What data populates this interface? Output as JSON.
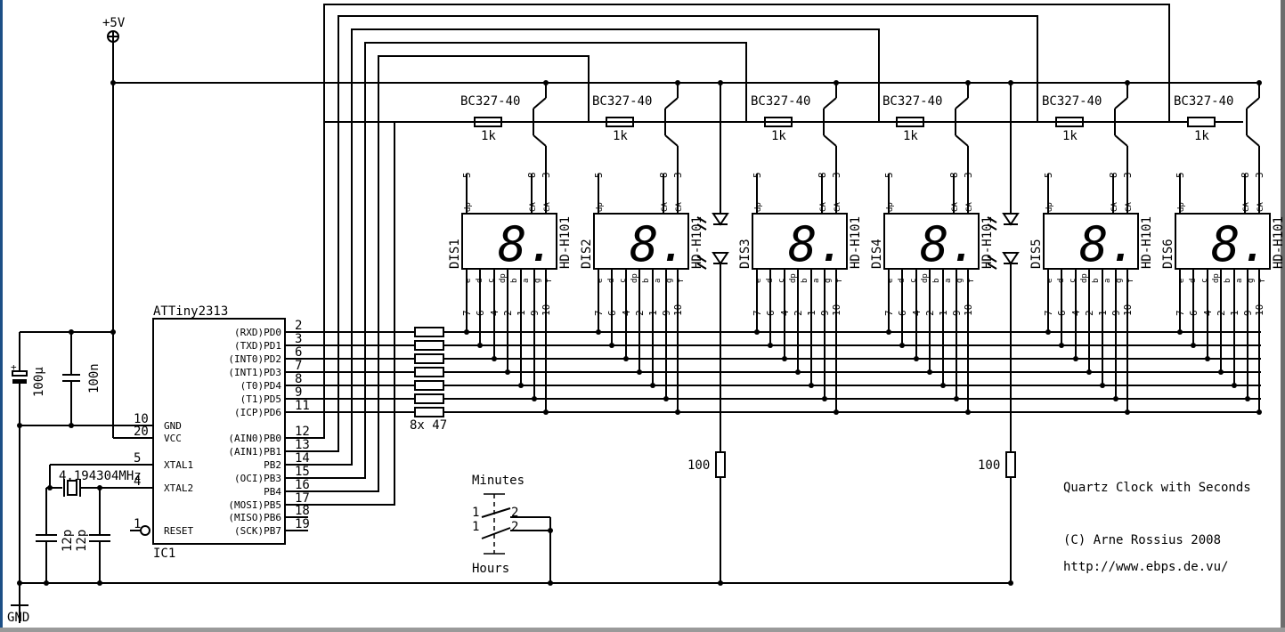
{
  "schematic": {
    "supply_label": "+5V",
    "ground_label": "GND",
    "ic": {
      "type": "ATTiny2313",
      "designator": "IC1",
      "left_pins": [
        {
          "num": "10",
          "name": "GND"
        },
        {
          "num": "20",
          "name": "VCC"
        },
        {
          "num": "5",
          "name": "XTAL1"
        },
        {
          "num": "4",
          "name": "XTAL2"
        },
        {
          "num": "1",
          "name": "RESET"
        }
      ],
      "right_pins": [
        {
          "num": "2",
          "name": "(RXD)PD0"
        },
        {
          "num": "3",
          "name": "(TXD)PD1"
        },
        {
          "num": "6",
          "name": "(INT0)PD2"
        },
        {
          "num": "7",
          "name": "(INT1)PD3"
        },
        {
          "num": "8",
          "name": "(T0)PD4"
        },
        {
          "num": "9",
          "name": "(T1)PD5"
        },
        {
          "num": "11",
          "name": "(ICP)PD6"
        },
        {
          "num": "12",
          "name": "(AIN0)PB0"
        },
        {
          "num": "13",
          "name": "(AIN1)PB1"
        },
        {
          "num": "14",
          "name": "PB2"
        },
        {
          "num": "15",
          "name": "(OCI)PB3"
        },
        {
          "num": "16",
          "name": "PB4"
        },
        {
          "num": "17",
          "name": "(MOSI)PB5"
        },
        {
          "num": "18",
          "name": "(MISO)PB6"
        },
        {
          "num": "19",
          "name": "(SCK)PB7"
        }
      ]
    },
    "crystal_label": "4.194304MHz",
    "cap_electrolytic": "100µ",
    "cap_decoupling": "100n",
    "cap_crystal_1": "12p",
    "cap_crystal_2": "12p",
    "resistor_array_label": "8x 47",
    "transistor_label": "BC327-40",
    "base_resistor_label": "1k",
    "displays": [
      {
        "name": "DIS1",
        "part": "HD-H101"
      },
      {
        "name": "DIS2",
        "part": "HD-H101"
      },
      {
        "name": "DIS3",
        "part": "HD-H101"
      },
      {
        "name": "DIS4",
        "part": "HD-H101"
      },
      {
        "name": "DIS5",
        "part": "HD-H101"
      },
      {
        "name": "DIS6",
        "part": "HD-H101"
      }
    ],
    "display_digit": "8.",
    "display_top_pins": [
      "5",
      "8",
      "3"
    ],
    "display_top_segments": [
      "dp",
      "CA",
      "CA"
    ],
    "display_bottom_segments": [
      "e",
      "d",
      "c",
      "dp",
      "b",
      "a",
      "g",
      "f"
    ],
    "display_bottom_pins": [
      "7",
      "6",
      "4",
      "2",
      "1",
      "9",
      "10"
    ],
    "led_resistor_1": "100",
    "led_resistor_2": "100",
    "switch_top_label": "Minutes",
    "switch_bottom_label": "Hours",
    "switch_pin_1": "1",
    "switch_pin_2": "2",
    "title": "Quartz Clock with Seconds",
    "copyright": "(C) Arne Rossius 2008",
    "url": "http://www.ebps.de.vu/"
  }
}
